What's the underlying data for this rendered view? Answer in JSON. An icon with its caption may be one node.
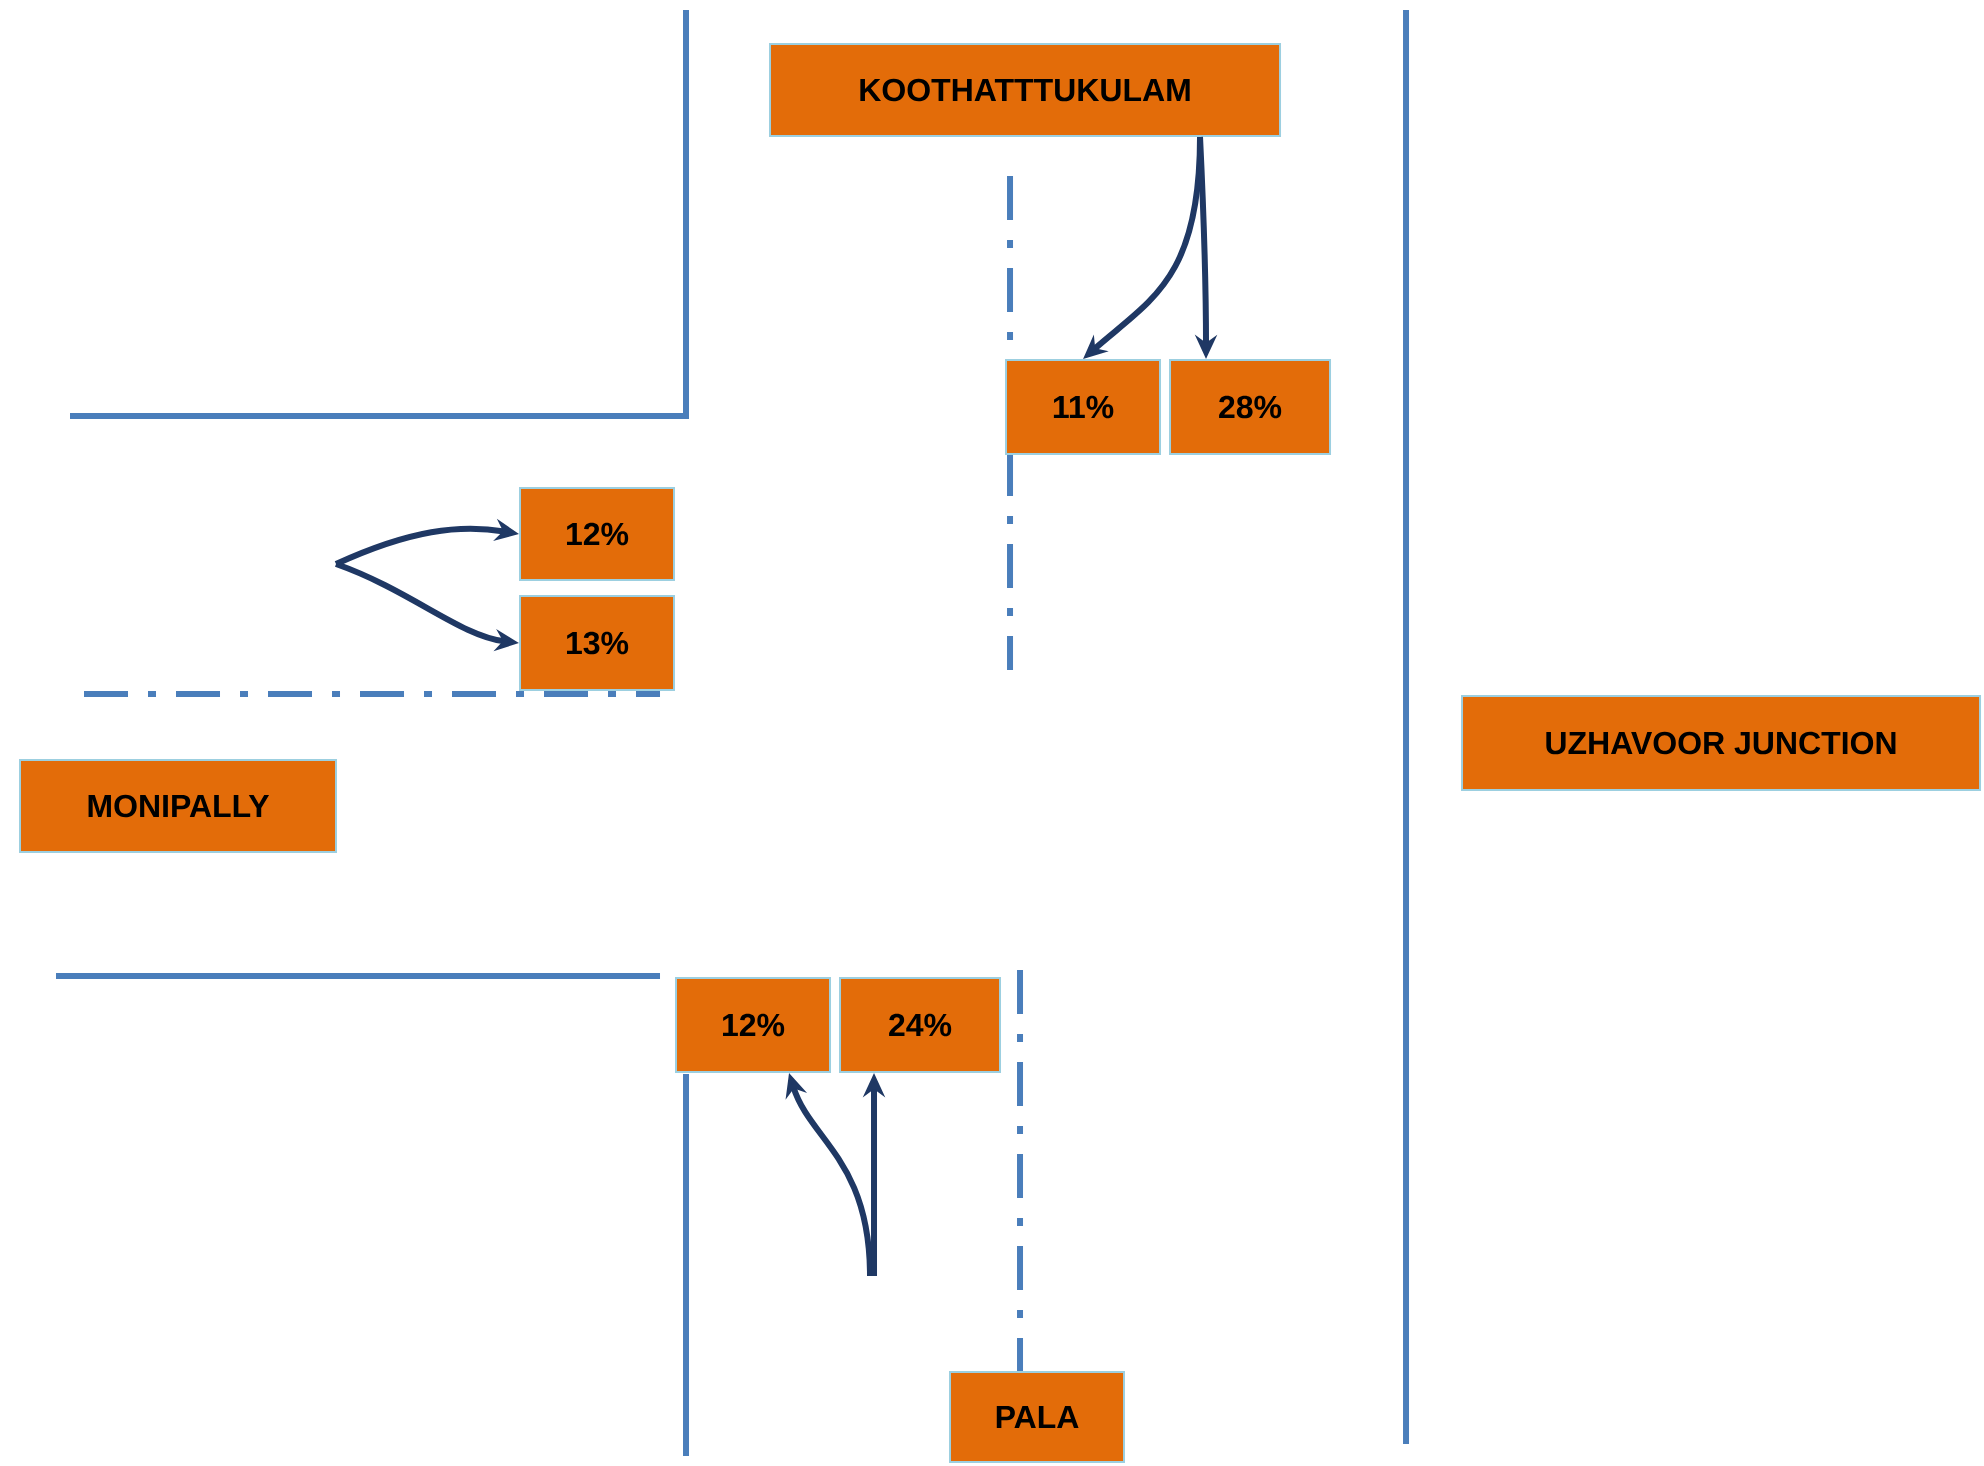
{
  "diagram": {
    "nodes": [
      {
        "text": [
          "KOOTHATTTUKULAM"
        ]
      },
      {
        "text": [
          "11%"
        ]
      },
      {
        "text": [
          "28%"
        ]
      },
      {
        "text": [
          "12%"
        ]
      },
      {
        "text": [
          "13%"
        ]
      },
      {
        "text": [
          "UZHAVOOR JUNCTION"
        ]
      },
      {
        "text": [
          "MONIPALLY"
        ]
      },
      {
        "text": [
          "12%"
        ]
      },
      {
        "text": [
          "24%"
        ]
      },
      {
        "text": [
          "PALA"
        ]
      }
    ],
    "edges": [
      {
        "from": 0,
        "to": 1,
        "arrow": "to"
      },
      {
        "from": 0,
        "to": 2,
        "arrow": "to"
      },
      {
        "from": null,
        "to": 3,
        "arrow": "to"
      },
      {
        "from": null,
        "to": 4,
        "arrow": "to"
      },
      {
        "from": null,
        "to": 7,
        "arrow": "to"
      },
      {
        "from": null,
        "to": 8,
        "arrow": "to"
      }
    ]
  }
}
